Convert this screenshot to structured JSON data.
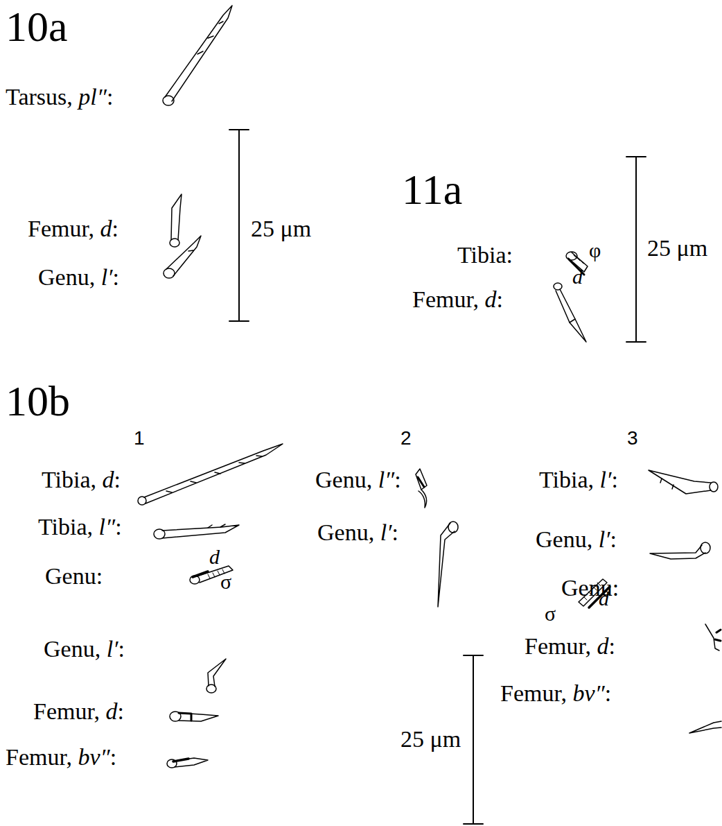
{
  "diagram": {
    "labels": [
      "10a",
      "Tarsus, pl″:",
      "Femur, d:",
      "Genu, l′:",
      "25 μm",
      "11a",
      "Tibia:",
      "φ",
      "d",
      "Femur, d:",
      "25 μm",
      "10b",
      "1",
      "2",
      "3",
      "Tibia, d:",
      "Tibia, l″:",
      "Genu:",
      "d",
      "σ",
      "Genu, l′:",
      "Femur, d:",
      "Femur, bv″:",
      "Genu, l″:",
      "Genu, l′:",
      "Tibia, l′:",
      "Genu, l′:",
      "Genu:",
      "σ",
      "d",
      "Femur, d:",
      "Femur, bv″:",
      "25 μm"
    ]
  }
}
